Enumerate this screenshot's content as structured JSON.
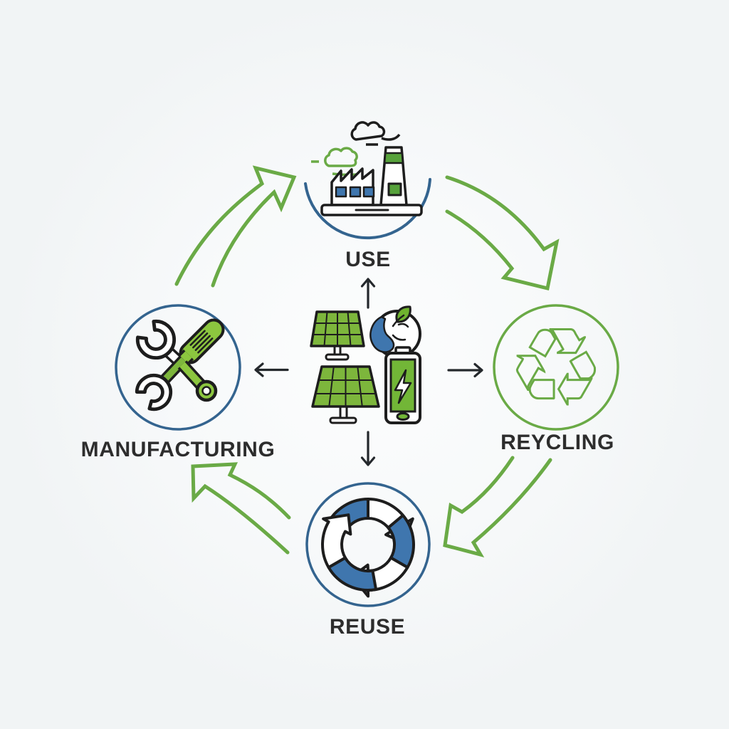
{
  "diagram": {
    "type": "cycle-diagram",
    "nodes": {
      "use": {
        "label": "USE",
        "icon": "factory-icon"
      },
      "recycling": {
        "label": "REYCLING",
        "icon": "recycle-arrows-icon",
        "glyph": "♻"
      },
      "reuse": {
        "label": "REUSE",
        "icon": "cycle-arrows-icon"
      },
      "manufacturing": {
        "label": "MANUFACTURING",
        "icon": "wrench-screwdriver-icon"
      }
    },
    "center_icons": [
      "solar-panel-icon",
      "earth-leaf-icon",
      "solar-panel-icon",
      "battery-charge-icon"
    ],
    "colors": {
      "arrow_green": "#6aaa46",
      "icon_green": "#7db63c",
      "battery_green": "#72b637",
      "window_blue": "#3f76ae",
      "circle_navy": "#34648f",
      "outline_ink": "#1d1d1d",
      "label_text": "#2d2d2d",
      "background": "#f1f4f5"
    }
  }
}
